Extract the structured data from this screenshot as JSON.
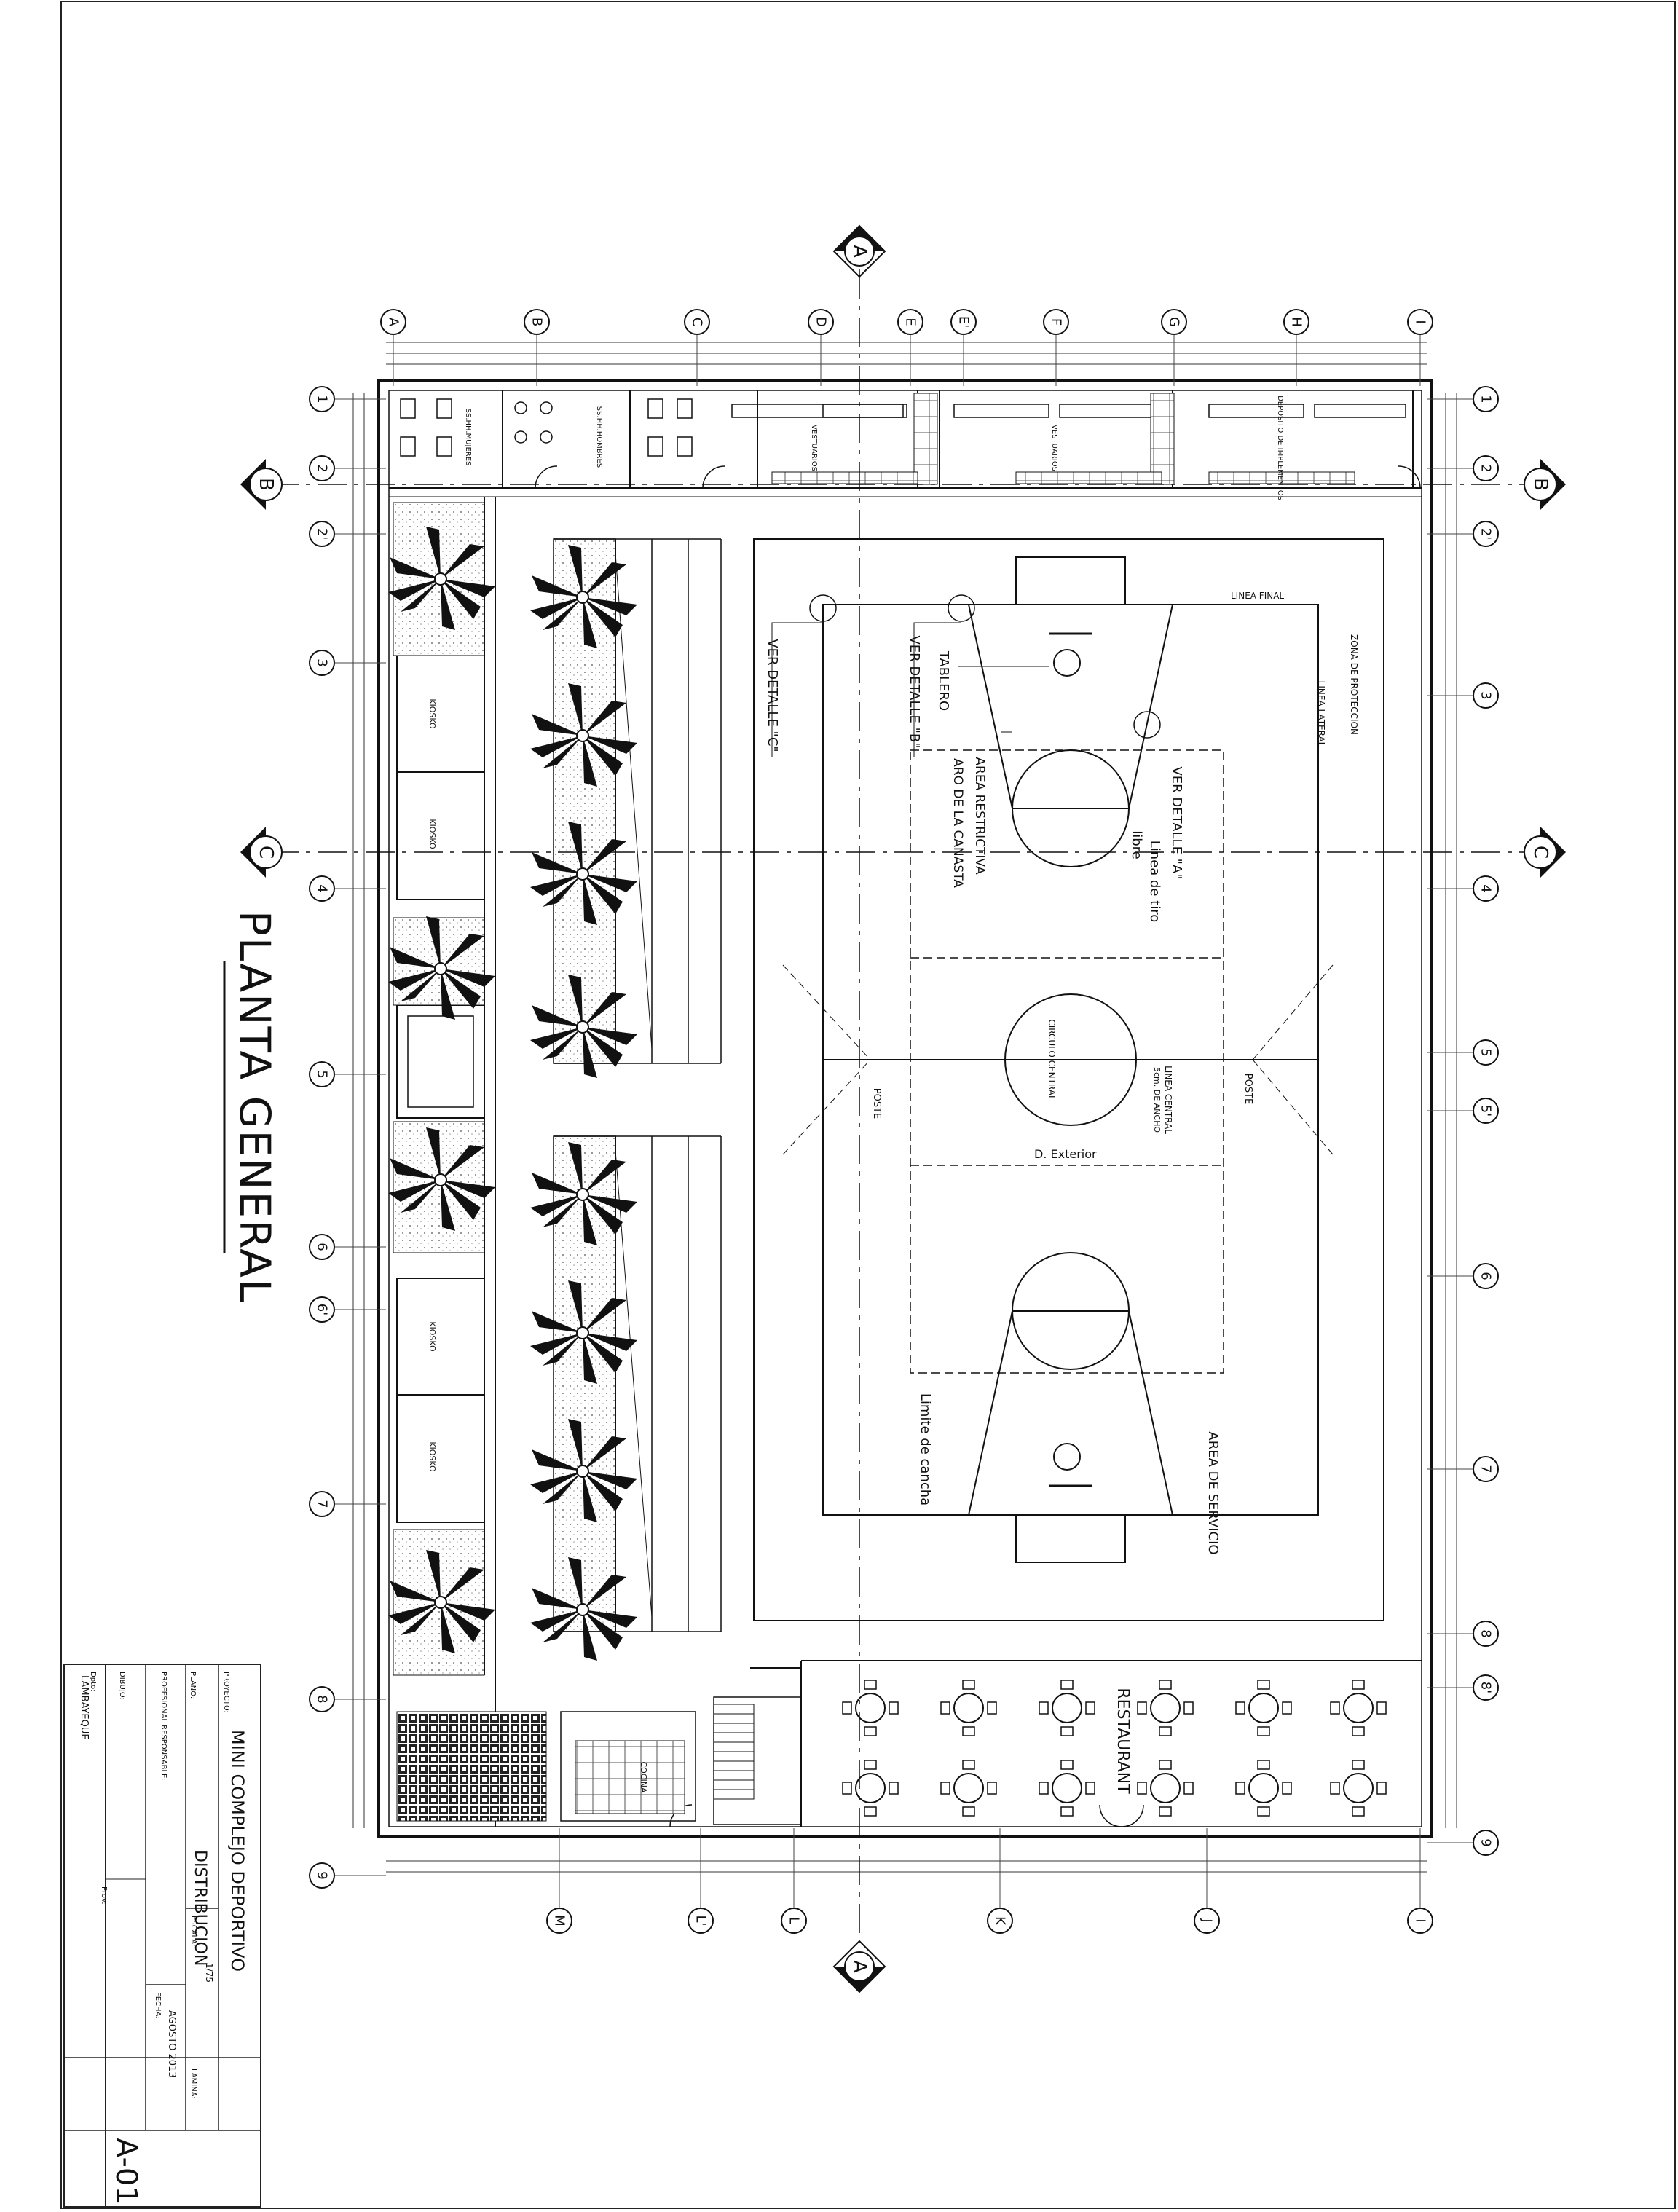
{
  "drawing_title": "PLANTA GENERAL",
  "sheet": {
    "proyecto_label": "PROYECTO:",
    "project": "MINI COMPLEJO DEPORTIVO",
    "plano_label": "PLANO:",
    "plan_name": "DISTRIBUCION",
    "escala_label": "ESCALA:",
    "escala": "1/75",
    "fecha_label": "FECHA:",
    "fecha": "AGOSTO 2013",
    "lamina_label": "LAMINA:",
    "sheet_no": "A-01",
    "profesional_label": "PROFESIONAL RESPONSABLE:",
    "dibujo_label": "DIBUJO:",
    "dpto_label": "Dpto:",
    "location": "LAMBAYEQUE",
    "prov_label": "Prov:"
  },
  "section_markers": {
    "a": "A",
    "b": "B",
    "c": "C"
  },
  "grid_top": [
    "A",
    "B",
    "C",
    "D",
    "E",
    "E'",
    "F",
    "G",
    "H",
    "I"
  ],
  "grid_bottom": [
    "M",
    "L'",
    "L",
    "K",
    "J",
    "I"
  ],
  "grid_left": [
    "1",
    "2",
    "2'",
    "3",
    "4",
    "5",
    "6",
    "6'",
    "7",
    "8",
    "9"
  ],
  "grid_right": [
    "1",
    "2",
    "2'",
    "3",
    "4",
    "5",
    "5'",
    "6",
    "7",
    "8",
    "8'",
    "9"
  ],
  "rooms": {
    "sshh_mujeres": "SS.HH.MUJERES",
    "sshh_hombres": "SS.HH.HOMBRES",
    "vestuarios_1": "VESTUARIOS",
    "vestuarios_2": "VESTUARIOS",
    "deposito": "DEPOSITO DE IMPLEMENTOS",
    "kiosko_1": "KIOSKO",
    "kiosko_2": "KIOSKO",
    "kiosko_3": "KIOSKO",
    "kiosko_4": "KIOSKO",
    "cocina": "COCINA",
    "restaurant": "RESTAURANT"
  },
  "court": {
    "linea_final": "LINEA FINAL",
    "zona_proteccion": "ZONA DE PROTECCION",
    "linea_lateral": "LINEA LATERAL",
    "ver_detalle_a": "VER DETALLE \"A\"",
    "ver_detalle_b": "VER DETALLE \"B\"",
    "ver_detalle_c": "VER DETALLE \"C\"",
    "tablero": "TABLERO",
    "area_restrictiva": "AREA RESTRICTIVA",
    "aro": "ARO DE LA CANASTA",
    "linea_tiro": "Linea de tiro",
    "linea_tiro_2": "libre",
    "circulo_central": "CIRCULO CENTRAL",
    "linea_central": "LINEA CENTRAL",
    "linea_central_2": "5cm. DE ANCHO",
    "poste": "POSTE",
    "d_exterior": "D. Exterior",
    "limite": "Limite de cancha",
    "area_servicio": "AREA DE SERVICIO"
  }
}
